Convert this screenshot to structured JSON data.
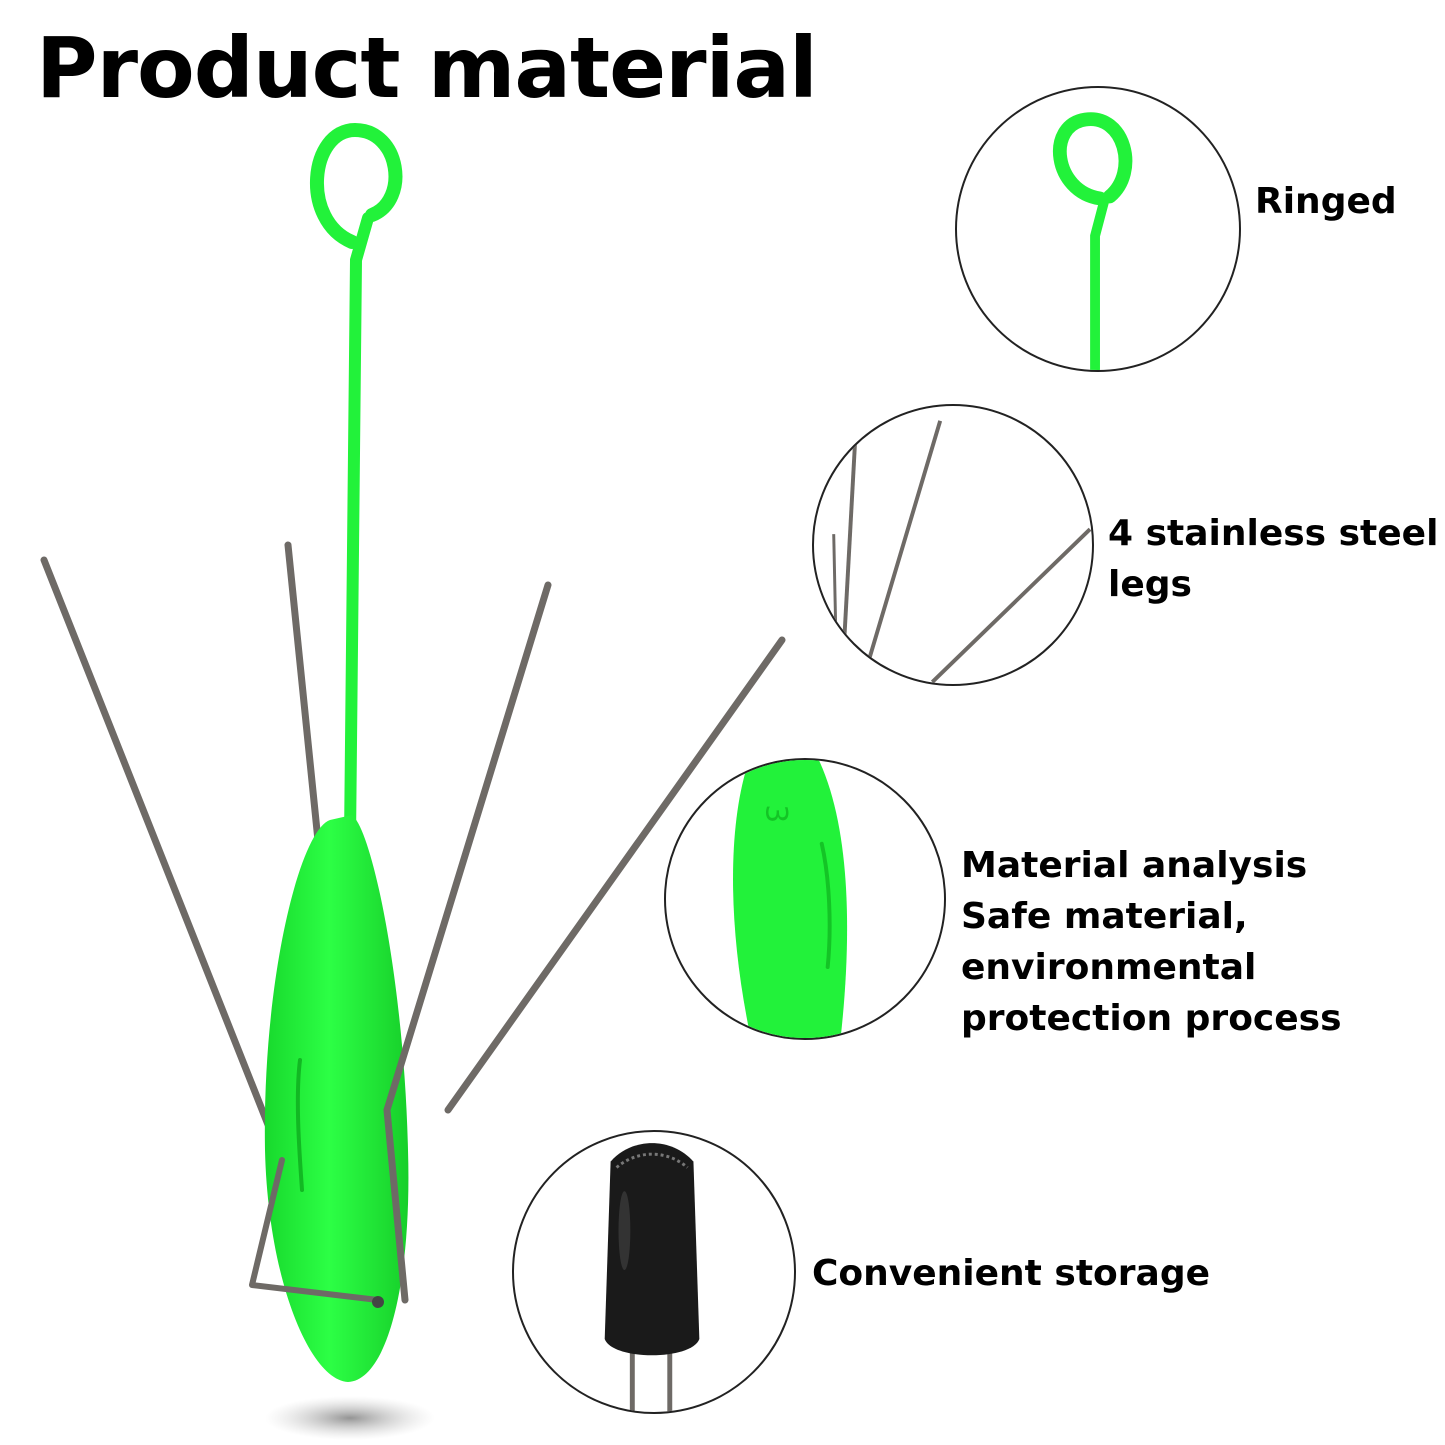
{
  "title": "Product material",
  "colors": {
    "body_green": "#22f23a",
    "wire_steel": "#6e6a66",
    "cap_black": "#1a1a1a"
  },
  "features": [
    {
      "icon": "ring-closeup-icon",
      "lines": [
        "Ringed"
      ]
    },
    {
      "icon": "steel-legs-closeup-icon",
      "lines": [
        "4 stainless steel",
        "legs"
      ]
    },
    {
      "icon": "body-closeup-icon",
      "lines": [
        "Material analysis",
        "Safe material,",
        "environmental",
        "protection process"
      ]
    },
    {
      "icon": "storage-cap-closeup-icon",
      "lines": [
        "Convenient storage"
      ]
    }
  ]
}
